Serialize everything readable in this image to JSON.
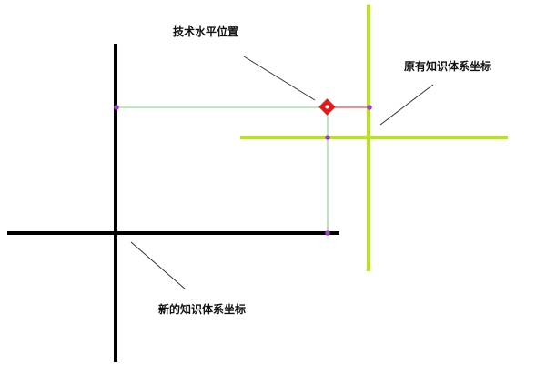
{
  "labels": {
    "tech_level": "技术水平位置",
    "original_axes": "原有知识体系坐标",
    "new_axes": "新的知识体系坐标"
  },
  "colors": {
    "new_axes": "#000000",
    "original_axes": "#b5e61d",
    "guide_lines": "#8fdc9a",
    "offset_line": "#f04848",
    "marker_fill": "#e81818",
    "marker_center": "#ffffff",
    "dots": "#a040c0",
    "pointer_lines": "#333333"
  }
}
